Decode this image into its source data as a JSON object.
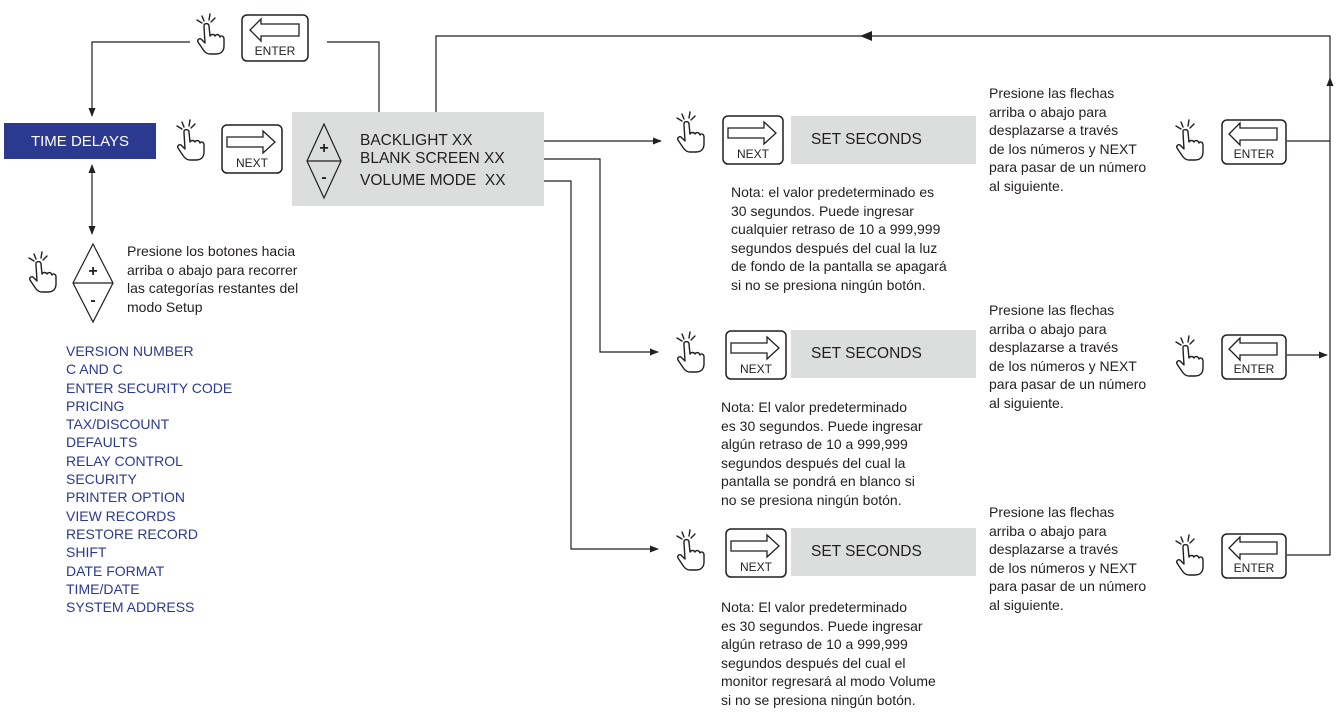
{
  "title": "TIME DELAYS",
  "keys": {
    "enter": "ENTER",
    "next": "NEXT"
  },
  "menu": {
    "items": [
      "BACKLIGHT XX",
      "BLANK SCREEN XX",
      "VOLUME MODE  XX"
    ],
    "plus": "+",
    "minus": "-"
  },
  "updown": {
    "plus": "+",
    "minus": "-",
    "text": [
      "Presione los botones hacia",
      "arriba o abajo para recorrer",
      "las categorías restantes del",
      "modo Setup"
    ]
  },
  "setup_list": [
    "VERSION NUMBER",
    "C AND C",
    "ENTER SECURITY CODE",
    "PRICING",
    "TAX/DISCOUNT",
    "DEFAULTS",
    "RELAY CONTROL",
    "SECURITY",
    "PRINTER OPTION",
    "VIEW RECORDS",
    "RESTORE RECORD",
    "SHIFT",
    "DATE FORMAT",
    "TIME/DATE",
    "SYSTEM ADDRESS"
  ],
  "rows": [
    {
      "set_label": "SET SECONDS",
      "note": [
        "Nota: el valor predeterminado es",
        "30 segundos. Puede ingresar",
        "cualquier retraso de 10 a 999,999",
        "segundos después del cual la luz",
        "de fondo de la pantalla se apagará",
        "si no se presiona ningún botón."
      ],
      "instructions": [
        "Presione las flechas",
        "arriba o abajo para",
        "desplazarse a través",
        "de los números y NEXT",
        "para pasar de un número",
        "al siguiente."
      ]
    },
    {
      "set_label": "SET SECONDS",
      "note": [
        "Nota: El valor predeterminado",
        "es 30 segundos. Puede ingresar",
        "algún retraso de 10 a 999,999",
        "segundos después del cual la",
        "pantalla se pondrá en blanco si",
        "no se presiona ningún botón."
      ],
      "instructions": [
        "Presione las flechas",
        "arriba o abajo para",
        "desplazarse a través",
        "de los números y NEXT",
        "para pasar de un número",
        "al siguiente."
      ]
    },
    {
      "set_label": "SET SECONDS",
      "note": [
        "Nota: El valor predeterminado",
        "es 30 segundos. Puede ingresar",
        "algún retraso de 10 a 999,999",
        "segundos después del cual el",
        "monitor regresará al modo Volume",
        "si no se presiona ningún botón."
      ],
      "instructions": [
        "Presione las flechas",
        "arriba o abajo para",
        "desplazarse a través",
        "de los números y NEXT",
        "para pasar de un número",
        "al siguiente."
      ]
    }
  ]
}
